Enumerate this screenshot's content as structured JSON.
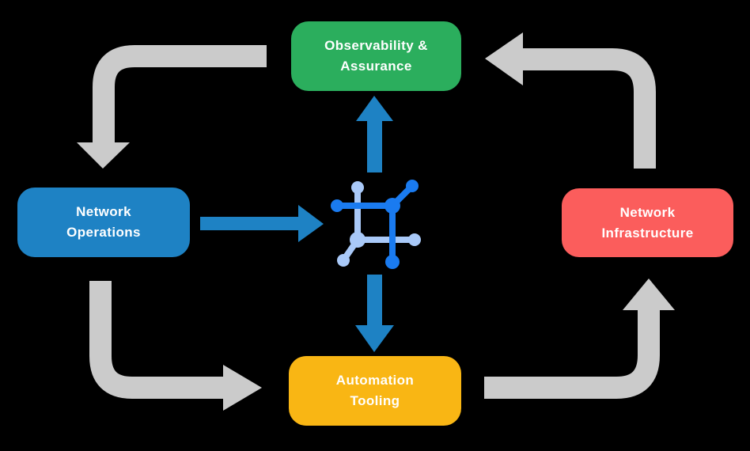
{
  "background": "#000000",
  "colors": {
    "green": "#2BAE5D",
    "blue": "#1E82C4",
    "red": "#FB5D5C",
    "yellow": "#F9B614",
    "gray_arrow": "#CBCBCB",
    "blue_arrow": "#1E82C4",
    "icon_dark_blue": "#1A7BF0",
    "icon_light_blue": "#A9C9F8",
    "label_text": "#FFFFFF"
  },
  "nodes": {
    "observability": {
      "label": "Observability &\nAssurance",
      "color": "#2BAE5D"
    },
    "operations": {
      "label": "Network\nOperations",
      "color": "#1E82C4"
    },
    "infrastructure": {
      "label": "Network\nInfrastructure",
      "color": "#FB5D5C"
    },
    "automation": {
      "label": "Automation\nTooling",
      "color": "#F9B614"
    }
  },
  "center_icon": {
    "name": "network-nodes-icon"
  },
  "arrows": {
    "blue": [
      {
        "name": "operations-to-center",
        "direction": "right"
      },
      {
        "name": "center-to-observability",
        "direction": "up"
      },
      {
        "name": "center-to-automation",
        "direction": "down"
      }
    ],
    "gray": [
      {
        "name": "observability-to-operations",
        "direction": "left-then-down"
      },
      {
        "name": "operations-to-automation",
        "direction": "down-then-right"
      },
      {
        "name": "automation-to-infrastructure",
        "direction": "right-then-up"
      },
      {
        "name": "infrastructure-to-observability",
        "direction": "up-then-left"
      }
    ]
  }
}
